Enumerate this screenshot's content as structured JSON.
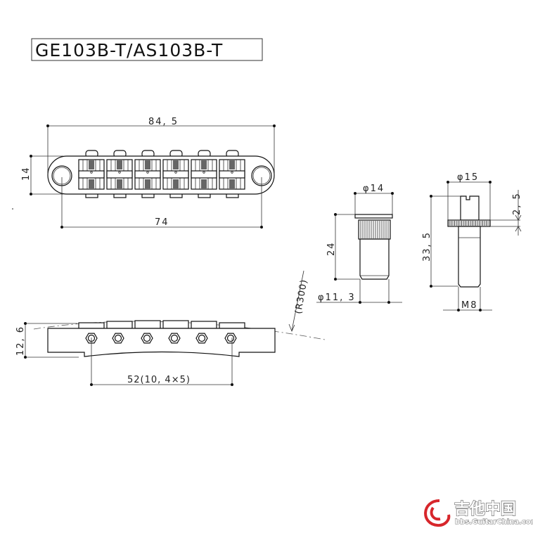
{
  "title": "GE103B-T/AS103B-T",
  "top_view": {
    "overall_length": "84, 5",
    "height": "14",
    "post_spacing": "74"
  },
  "side_view": {
    "height": "12, 6",
    "string_spacing": "52(10, 4×5)",
    "radius": "(R300)"
  },
  "bushing": {
    "flange_dia": "φ14",
    "length": "24",
    "body_dia": "φ11, 3"
  },
  "stud": {
    "wheel_dia": "φ15",
    "length": "33, 5",
    "wheel_thickness": "2, 5",
    "thread": "M8"
  },
  "watermark": {
    "cn": "吉他中国",
    "url": "bbs.GuitarChina.com",
    "color": "#d7262b"
  }
}
